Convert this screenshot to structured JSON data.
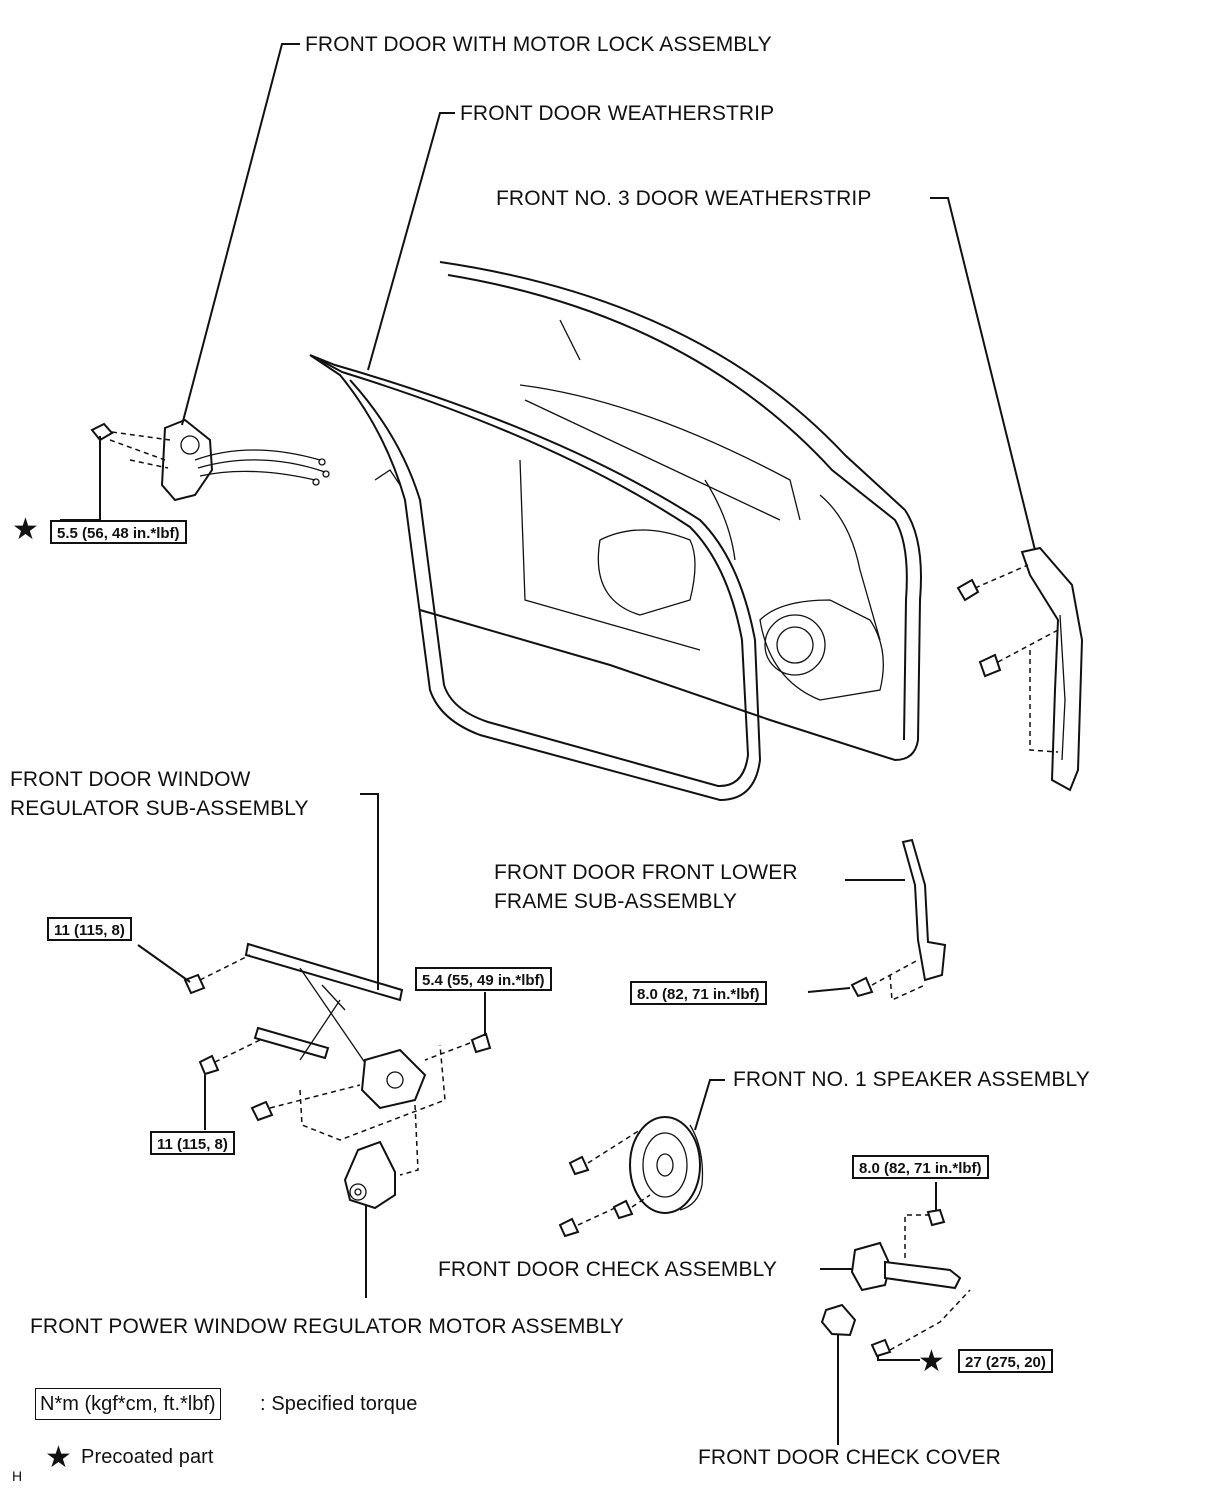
{
  "labels": {
    "motor_lock": "FRONT DOOR WITH MOTOR LOCK ASSEMBLY",
    "weatherstrip": "FRONT DOOR WEATHERSTRIP",
    "no3_weatherstrip": "FRONT NO. 3 DOOR WEATHERSTRIP",
    "window_regulator_line1": "FRONT DOOR WINDOW",
    "window_regulator_line2": "REGULATOR SUB-ASSEMBLY",
    "lower_frame_line1": "FRONT DOOR FRONT LOWER",
    "lower_frame_line2": "FRAME SUB-ASSEMBLY",
    "speaker": "FRONT NO. 1 SPEAKER ASSEMBLY",
    "door_check": "FRONT DOOR CHECK ASSEMBLY",
    "regulator_motor": "FRONT POWER WINDOW REGULATOR MOTOR ASSEMBLY",
    "check_cover": "FRONT DOOR CHECK COVER"
  },
  "torques": {
    "motor_lock": "5.5 (56, 48 in.*lbf)",
    "regulator_top": "11 (115, 8)",
    "regulator_right": "5.4 (55, 49 in.*lbf)",
    "regulator_bottom": "11 (115, 8)",
    "lower_frame": "8.0 (82, 71 in.*lbf)",
    "door_check_top": "8.0 (82, 71 in.*lbf)",
    "door_check_bottom": "27 (275, 20)"
  },
  "legend": {
    "torque_box": "N*m (kgf*cm, ft.*lbf)",
    "torque_text": ": Specified torque",
    "star_symbol": "★",
    "star_text": "Precoated part"
  },
  "corner_mark": "H"
}
